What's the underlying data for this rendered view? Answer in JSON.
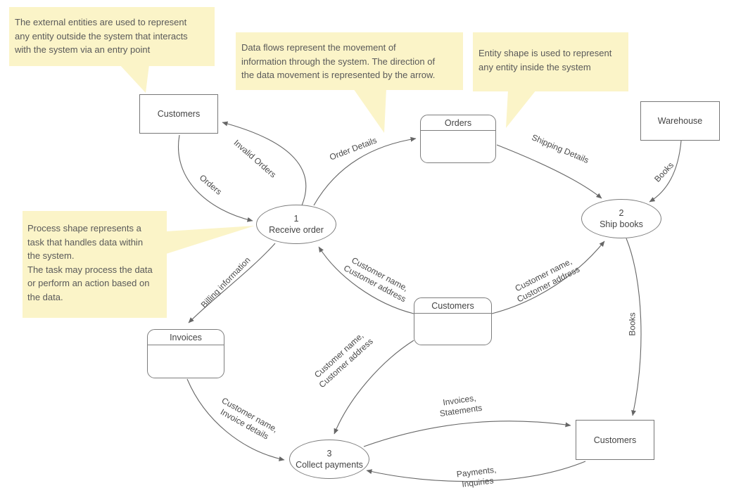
{
  "notes": {
    "external": {
      "text": "The external entities are used to represent\nany entity outside the system that interacts\nwith the system via an entry point"
    },
    "dataflow": {
      "text": "Data flows represent the movement of\ninformation through the system. The direction of\nthe data movement is represented by the arrow."
    },
    "entity": {
      "text": "Entity shape is used to represent\nany entity inside the system"
    },
    "process": {
      "text": "Process shape represents a\ntask that handles data within\nthe system.\nThe task may process the data\nor perform an action based on\n the data."
    }
  },
  "external_entities": [
    {
      "id": "customers-top",
      "label": "Customers"
    },
    {
      "id": "warehouse",
      "label": "Warehouse"
    },
    {
      "id": "customers-bottom",
      "label": "Customers"
    }
  ],
  "entities": [
    {
      "id": "orders",
      "label": "Orders"
    },
    {
      "id": "customers-mid",
      "label": "Customers"
    },
    {
      "id": "invoices",
      "label": "Invoices"
    }
  ],
  "processes": [
    {
      "id": "receive-order",
      "number": "1",
      "label": "Receive order"
    },
    {
      "id": "ship-books",
      "number": "2",
      "label": "Ship books"
    },
    {
      "id": "collect-payments",
      "number": "3",
      "label": "Collect payments"
    }
  ],
  "flows": [
    {
      "id": "orders",
      "label": "Orders"
    },
    {
      "id": "invalid-orders",
      "label": "Invalid Orders"
    },
    {
      "id": "order-details",
      "label": "Order Details"
    },
    {
      "id": "shipping-details",
      "label": "Shipping Details"
    },
    {
      "id": "books-warehouse",
      "label": "Books"
    },
    {
      "id": "customer-info-receive",
      "label": "Customer name,\nCustomer address"
    },
    {
      "id": "customer-info-ship",
      "label": "Customer name,\nCustomer address"
    },
    {
      "id": "books-ship",
      "label": "Books"
    },
    {
      "id": "billing-information",
      "label": "Billing information"
    },
    {
      "id": "customer-info-collect",
      "label": "Customer name,\nCustomer address"
    },
    {
      "id": "customer-invoice",
      "label": "Customer name,\nInvoice details"
    },
    {
      "id": "invoices-statements",
      "label": "Invoices,\nStatements"
    },
    {
      "id": "payments-inquiries",
      "label": "Payments,\nInquiries"
    }
  ],
  "colors": {
    "note_fill": "#fbf4c8",
    "shape_stroke": "#7d7d7d",
    "flow_stroke": "#666666",
    "text": "#4a4a4a"
  }
}
